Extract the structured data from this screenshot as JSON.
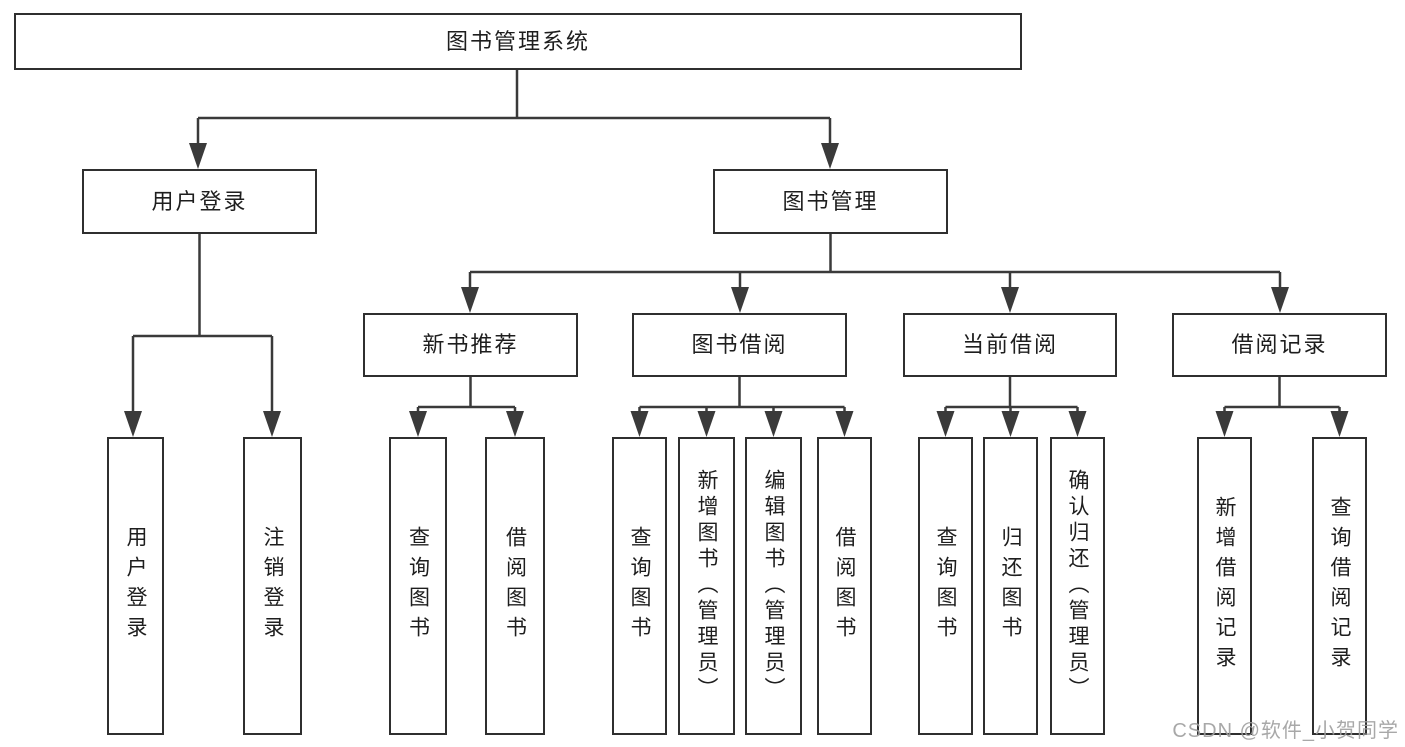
{
  "tree": {
    "root": {
      "label": "图书管理系统"
    },
    "level2": [
      {
        "label": "用户登录"
      },
      {
        "label": "图书管理"
      }
    ],
    "level3": [
      {
        "label": "新书推荐"
      },
      {
        "label": "图书借阅"
      },
      {
        "label": "当前借阅"
      },
      {
        "label": "借阅记录"
      }
    ],
    "leaves": [
      {
        "label": "用户登录"
      },
      {
        "label": "注销登录"
      },
      {
        "label": "查询图书"
      },
      {
        "label": "借阅图书"
      },
      {
        "label": "查询图书"
      },
      {
        "label": "新增图书（管理员）"
      },
      {
        "label": "编辑图书（管理员）"
      },
      {
        "label": "借阅图书"
      },
      {
        "label": "查询图书"
      },
      {
        "label": "归还图书"
      },
      {
        "label": "确认归还（管理员）"
      },
      {
        "label": "新增借阅记录"
      },
      {
        "label": "查询借阅记录"
      }
    ]
  },
  "watermark": {
    "text": "CSDN @软件_小贺同学"
  },
  "colors": {
    "line": "#3a3a3a",
    "border": "#2f2f2f",
    "text": "#1e1e1e",
    "watermark": "#9e9e9e",
    "background": "#ffffff"
  }
}
